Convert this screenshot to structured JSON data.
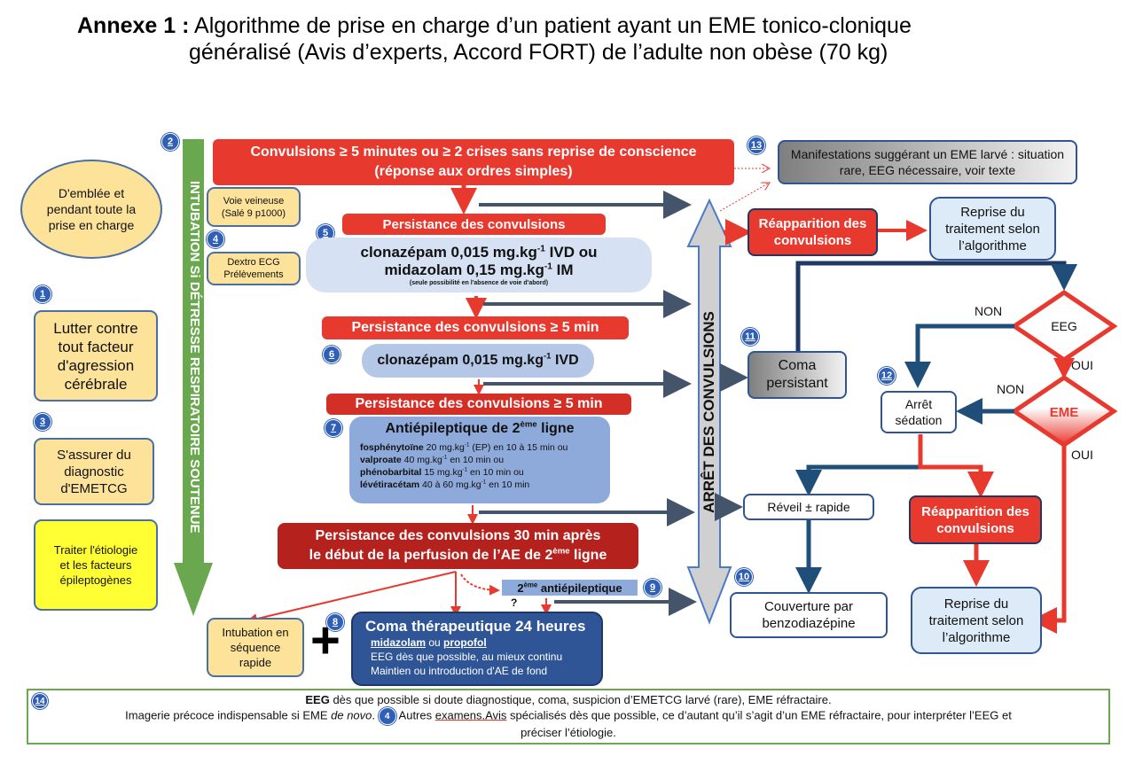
{
  "title": {
    "prefix": "Annexe 1 :",
    "line1": "Algorithme de prise en charge d’un patient ayant un EME tonico-clonique",
    "line2": "généralisé (Avis d’experts, Accord FORT) de l’adulte non obèse (70 kg)"
  },
  "left_column": {
    "oval": "D'emblée et pendant toute la prise en charge",
    "box1": {
      "badge": "1",
      "text": "Lutter contre tout facteur d'agression cérébrale"
    },
    "box3": {
      "badge": "3",
      "text": "S'assurer du diagnostic d'EMETCG"
    },
    "box_etiologie": "Traiter l'étiologie et les facteurs épileptogènes"
  },
  "green_arrow": {
    "badge": "2",
    "text": "INTUBATION Si DÉTRESSE RESPIRATOIRE SOUTENUE"
  },
  "side_boxes": {
    "voie": "Voie veineuse (Salé 9 p1000)",
    "badge4": "4",
    "dextro": "Dextro ECG Prélèvements"
  },
  "main_flow": {
    "start": "Convulsions ≥ 5 minutes ou ≥ 2 crises sans reprise de conscience (réponse aux ordres simples)",
    "persist1": "Persistance des convulsions",
    "step5": {
      "badge": "5",
      "line1_drug": "clonazépam 0,015 mg.kg",
      "line1_sup": "-1",
      "line1_tail": " IVD ou",
      "line2_drug": "midazolam 0,15 mg.kg",
      "line2_sup": "-1",
      "line2_tail": " IM",
      "note": "(seule possibilité en l'absence de voie d'abord)"
    },
    "persist2": "Persistance des convulsions ≥ 5 min",
    "step6": {
      "badge": "6",
      "drug": "clonazépam 0,015 mg.kg",
      "sup": "-1",
      "tail": " IVD"
    },
    "persist3": "Persistance des convulsions ≥ 5 min",
    "step7": {
      "badge": "7",
      "title": "Antiépileptique de 2",
      "title_sup": "ème",
      "title_tail": " ligne",
      "drugs": [
        {
          "name": "fosphénytoïne",
          "dose": " 20 mg.kg",
          "sup": "-1",
          "tail": " (EP) en 10 à 15 min ou"
        },
        {
          "name": "valproate",
          "dose": " 40 mg.kg",
          "sup": "-1",
          "tail": " en 10 min ou"
        },
        {
          "name": "phénobarbital",
          "dose": " 15 mg.kg",
          "sup": "-1",
          "tail": " en 10 min ou"
        },
        {
          "name": "lévétiracétam",
          "dose": " 40 à 60 mg.kg",
          "sup": "-1",
          "tail": " en 10 min"
        }
      ]
    },
    "persist30": {
      "line1": "Persistance des convulsions 30 min après",
      "line2": "le début de la perfusion de l’AE de 2",
      "sup": "ème",
      "tail": " ligne"
    },
    "step9": {
      "badge": "9",
      "pre": "2",
      "sup": "ème",
      "text": " antiépileptique",
      "question": "?"
    },
    "intubation": "Intubation en séquence rapide",
    "plus": "+",
    "step8": {
      "badge": "8",
      "title": "Coma thérapeutique 24 heures",
      "drug1": "midazolam",
      "or": " ou ",
      "drug2": "propofol",
      "line2": "EEG dès que possible, au mieux continu",
      "line3": "Maintien ou introduction d'AE de fond"
    }
  },
  "arret": {
    "text": "ARRÊT DES CONVULSIONS"
  },
  "right": {
    "step13": {
      "badge": "13",
      "text": "Manifestations suggérant un EME larvé : situation rare, EEG nécessaire, voir texte"
    },
    "reapp1": "Réapparition des convulsions",
    "reprise1": "Reprise du traitement selon l’algorithme",
    "coma": {
      "badge": "11",
      "text": "Coma persistant"
    },
    "eeg": {
      "label": "EEG",
      "non": "NON",
      "oui": "OUI"
    },
    "eme": {
      "label": "EME",
      "non": "NON",
      "oui": "OUI"
    },
    "arret_sedation": {
      "badge": "12",
      "text": "Arrêt sédation"
    },
    "reveil": "Réveil ± rapide",
    "couverture": {
      "badge": "10",
      "text": "Couverture par benzodiazépine"
    },
    "reapp2": "Réapparition des convulsions",
    "reprise2": "Reprise du traitement selon l’algorithme"
  },
  "footer": {
    "badge14": "14",
    "line1_bold": "EEG",
    "line1": " dès que possible si doute diagnostique,  coma,  suspicion  d’EMETCG larvé (rare), EME réfractaire.",
    "line2_a": "Imagerie précoce indispensable  si EME ",
    "line2_italic": "de novo",
    "line2_b": ".",
    "badge4": "4",
    "line2_c": " Autres ",
    "line2_link": "examens.Avis",
    "line2_d": "  spécialisés dès que possible, ce d’autant qu’il s’agit d’un EME réfractaire, pour interpréter l’EEG et",
    "line3": "préciser l’étiologie."
  },
  "colors": {
    "red": "#e8392f",
    "dark_red": "#b5221e",
    "navy": "#2f5597",
    "dark_navy": "#1f3864",
    "green": "#6aa84f",
    "tan": "#fde29a",
    "yellow": "#ffff33",
    "light_blue": "#d6e2f3",
    "mid_blue": "#8eaadb",
    "gray_arrow": "#d0d0d0"
  }
}
